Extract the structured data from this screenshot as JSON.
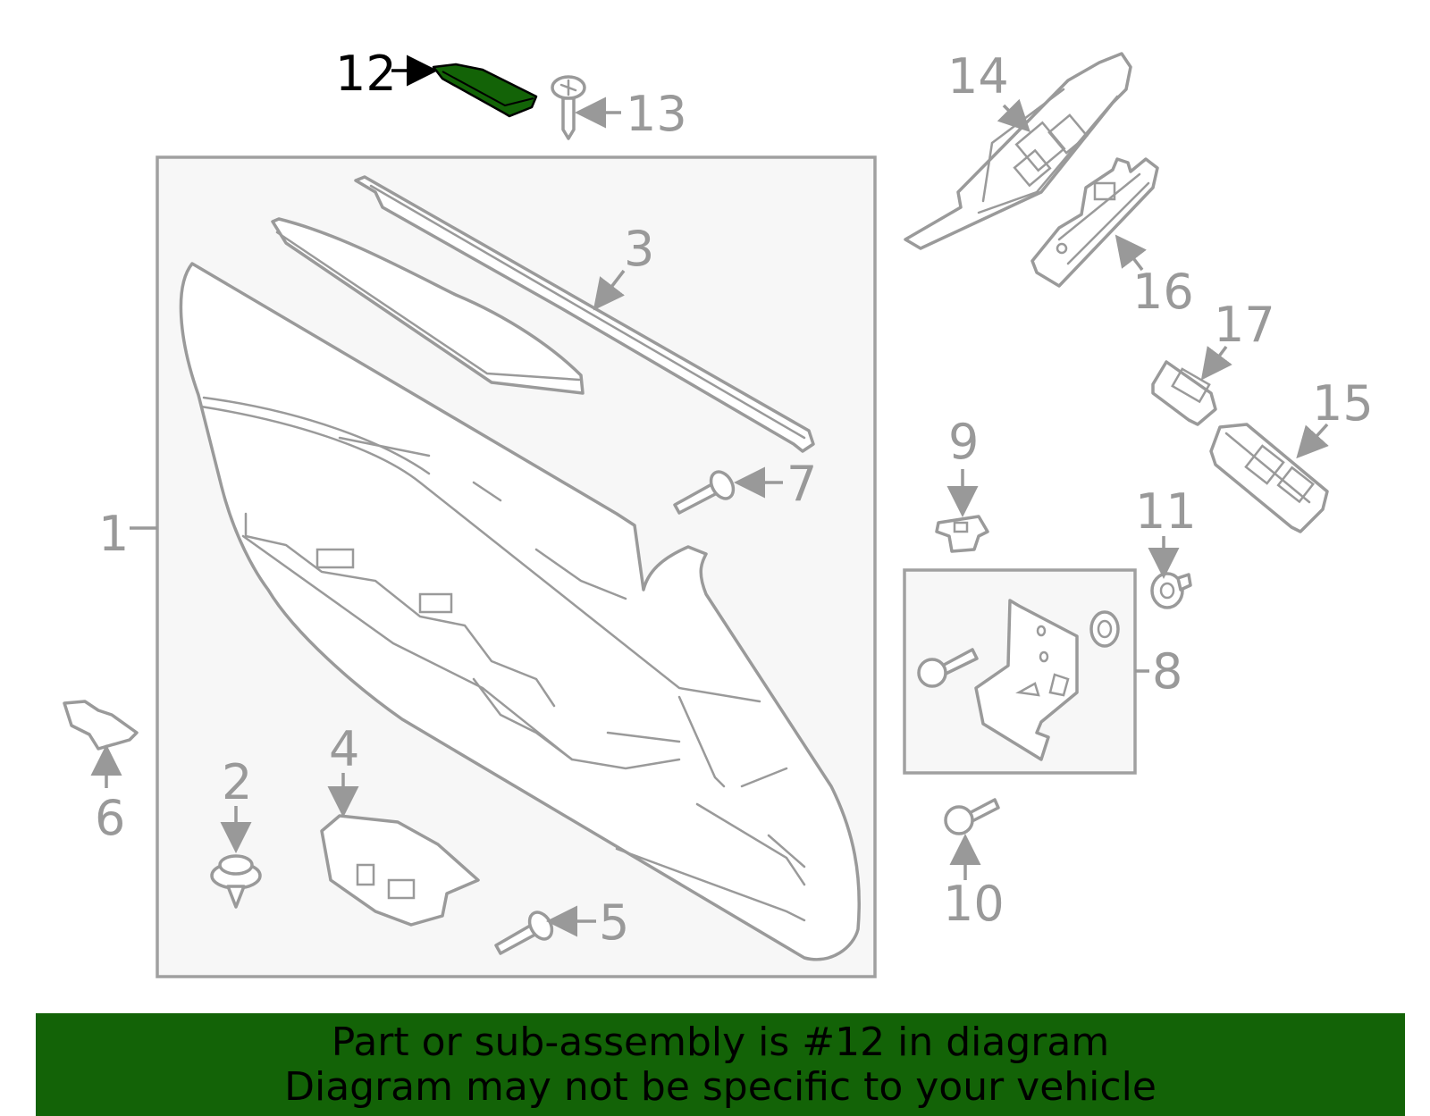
{
  "callouts": [
    {
      "id": "1",
      "label": "1"
    },
    {
      "id": "2",
      "label": "2"
    },
    {
      "id": "3",
      "label": "3"
    },
    {
      "id": "4",
      "label": "4"
    },
    {
      "id": "5",
      "label": "5"
    },
    {
      "id": "6",
      "label": "6"
    },
    {
      "id": "7",
      "label": "7"
    },
    {
      "id": "8",
      "label": "8"
    },
    {
      "id": "9",
      "label": "9"
    },
    {
      "id": "10",
      "label": "10"
    },
    {
      "id": "11",
      "label": "11"
    },
    {
      "id": "12",
      "label": "12"
    },
    {
      "id": "13",
      "label": "13"
    },
    {
      "id": "14",
      "label": "14"
    },
    {
      "id": "15",
      "label": "15"
    },
    {
      "id": "16",
      "label": "16"
    },
    {
      "id": "17",
      "label": "17"
    }
  ],
  "highlight": {
    "part": "12",
    "color": "#136307"
  },
  "banner": {
    "line1": "Part or sub-assembly is #12 in diagram",
    "line2": "Diagram may not be specific to your vehicle",
    "background": "#136307"
  }
}
